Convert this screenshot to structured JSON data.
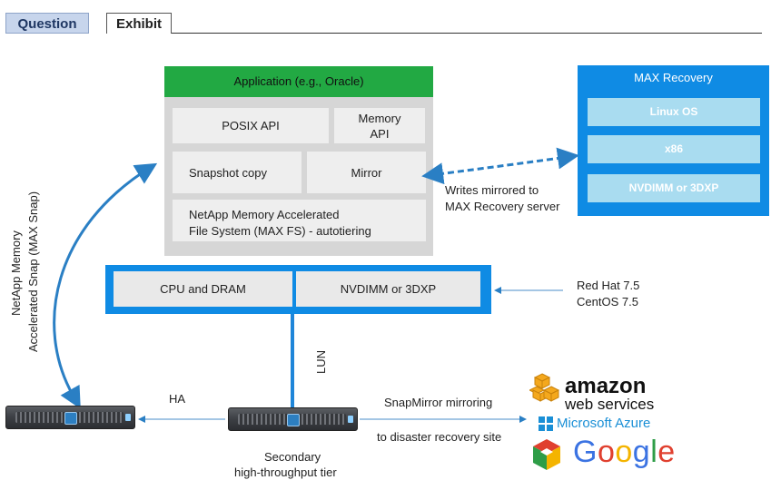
{
  "tabs": {
    "question": "Question",
    "exhibit": "Exhibit"
  },
  "app_stack": {
    "application": "Application (e.g., Oracle)",
    "posix_api": "POSIX API",
    "memory_api_line1": "Memory",
    "memory_api_line2": "API",
    "snapshot_copy": "Snapshot copy",
    "mirror": "Mirror",
    "maxfs_line1": "NetApp Memory Accelerated",
    "maxfs_line2": "File System (MAX FS) - autotiering"
  },
  "max_recovery": {
    "title": "MAX Recovery",
    "items": [
      "Linux OS",
      "x86",
      "NVDIMM or 3DXP"
    ]
  },
  "mirror_note": {
    "line1": "Writes mirrored to",
    "line2": "MAX Recovery server"
  },
  "hardware": {
    "cpu": "CPU and DRAM",
    "nvdimm": "NVDIMM or 3DXP"
  },
  "os_note": {
    "line1": "Red Hat 7.5",
    "line2": "CentOS 7.5"
  },
  "max_snap": {
    "line1": "NetApp Memory",
    "line2": "Accelerated Snap (MAX Snap)"
  },
  "lun": "LUN",
  "ha": "HA",
  "snapmirror": "SnapMirror mirroring",
  "dr_site": "to disaster recovery site",
  "secondary": {
    "line1": "Secondary",
    "line2": "high-throughput tier"
  },
  "cloud": {
    "aws_word": "amazon",
    "aws_sub": "web services",
    "azure": "Microsoft Azure",
    "google": "Google"
  },
  "colors": {
    "app_green": "#22a943",
    "netapp_blue": "#0f8be4",
    "light_blue": "#a9dcf0",
    "arrow_blue": "#2a7fc4"
  },
  "icons": [
    "server-icon",
    "netapp-logo-icon",
    "aws-cubes-icon",
    "azure-flag-icon",
    "google-cloud-icon"
  ]
}
